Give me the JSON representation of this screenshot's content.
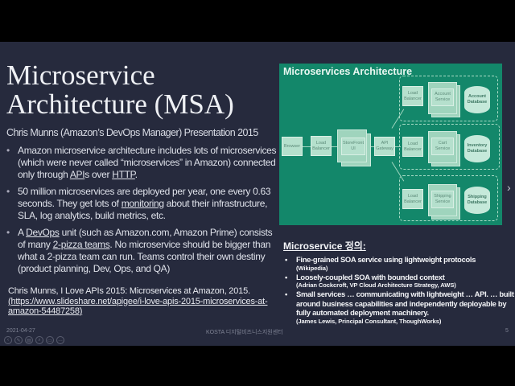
{
  "slide": {
    "title_line1": "Microservice",
    "title_line2": "Architecture (MSA)",
    "subtitle": "Chris Munns (Amazon’s DevOps Manager) Presentation 2015",
    "bullets": [
      {
        "a": "Amazon microservice architecture includes lots of microservices (which were never called “microservices” in Amazon) connected only through ",
        "link1": "API",
        "b": "s over ",
        "link2": "HTTP",
        "c": "."
      },
      {
        "a": "50 million microservices are deployed per year, one every 0.63 seconds.  They get lots of ",
        "link1": "monitoring",
        "b": " about their infrastructure, SLA, log analytics, build metrics, etc."
      },
      {
        "a": "A ",
        "link1": "DevOps",
        "b": " unit (such as Amazon.com, Amazon Prime) consists of many ",
        "link2": "2-pizza teams",
        "c": ".  No microservice should be bigger than what a 2-pizza team can run.  Teams control their own destiny (product planning, Dev, Ops, and QA)"
      }
    ],
    "reference_line1": "Chris Munns, I Love APIs 2015: Microservices at Amazon, 2015.",
    "reference_url": "(https://www.slideshare.net/apigee/i-love-apis-2015-microservices-at-amazon-54487258)",
    "diagram": {
      "title": "Microservices Architecture",
      "browser": "Browser",
      "load_balancer": "Load Balancer",
      "storefront": "StoreFront UI",
      "api_gateway": "API Gateway",
      "account_service": "Account Service",
      "account_db": "Account Database",
      "cart_service": "Cart Service",
      "inventory_db": "Inventory Database",
      "shipping_service": "Shipping Service",
      "shipping_db": "Shipping Database"
    },
    "definitions": {
      "heading": "Microservice 정의:",
      "items": [
        {
          "text": "Fine-grained SOA service using lightweight protocols",
          "source": "(Wikipedia)"
        },
        {
          "text": "Loosely-coupled SOA with bounded context",
          "source": "(Adrian Cockcroft, VP Cloud Architecture Strategy, AWS)"
        },
        {
          "text": "Small services … communicating with lightweight … API. … built around business capabilities and independently deployable by fully automated deployment machinery.",
          "source": "(James Lewis, Principal Consultant, ThoughWorks)"
        }
      ]
    },
    "footer": {
      "date": "2021-04-27",
      "org": "KOSTA 디지털비즈니스지원센터",
      "page": "5"
    },
    "toolbar_icons": [
      "prev-icon",
      "pen-icon",
      "slides-icon",
      "zoom-icon",
      "subtitle-icon",
      "more-icon"
    ],
    "toolbar_glyphs": [
      "‹",
      "✎",
      "▤",
      "⌕",
      "▭",
      "…"
    ],
    "next_glyph": "›",
    "colors": {
      "background": "#262a3d",
      "diagram": "#13876a"
    }
  }
}
